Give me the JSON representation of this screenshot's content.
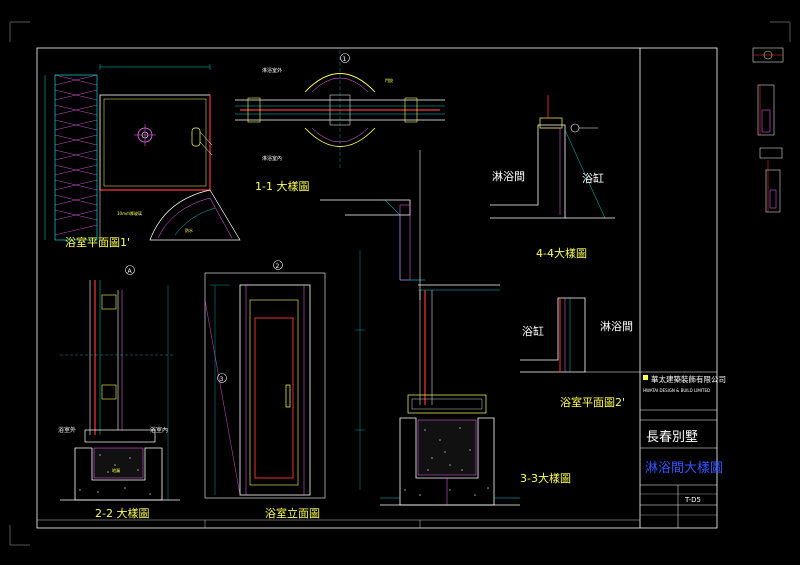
{
  "drawing": {
    "company": "華太建築裝飾有限公司",
    "company_sub": "HWATAI DESIGN & BUILD LIMITED",
    "project": "長春別墅",
    "sheet_title": "淋浴間大樣圖",
    "sheet_no": "T-D5"
  },
  "views": {
    "bath_plan_1": "浴室平面圖1'",
    "detail_1_1": "1-1 大樣圖",
    "detail_4_4": "4-4大樣圖",
    "bath_plan_2": "浴室平面圖2'",
    "detail_2_2": "2-2 大樣圖",
    "bath_elevation": "浴室立面圖",
    "detail_3_3": "3-3大樣圖"
  },
  "labels": {
    "shower": "淋浴間",
    "bathtub": "浴缸",
    "bath_outside": "淋浴室外",
    "bath_inside": "淋浴室內",
    "bath_outside_2": "浴室外",
    "bath_inside_2": "浴室內",
    "waterproof": "防水",
    "hinge": "門鉸",
    "glass_10mm": "10mm厚玻璃",
    "drain": "地漏",
    "marker_a": "A",
    "marker_3": "3",
    "marker_2": "2",
    "marker_1": "1"
  },
  "colors": {
    "background": "#000000",
    "frame": "#ffffff",
    "annotation": "#ffff55",
    "glass": "#ff3333",
    "dimension": "#00ffff",
    "wall": "#ff66ff",
    "title_blue": "#3355ff"
  }
}
